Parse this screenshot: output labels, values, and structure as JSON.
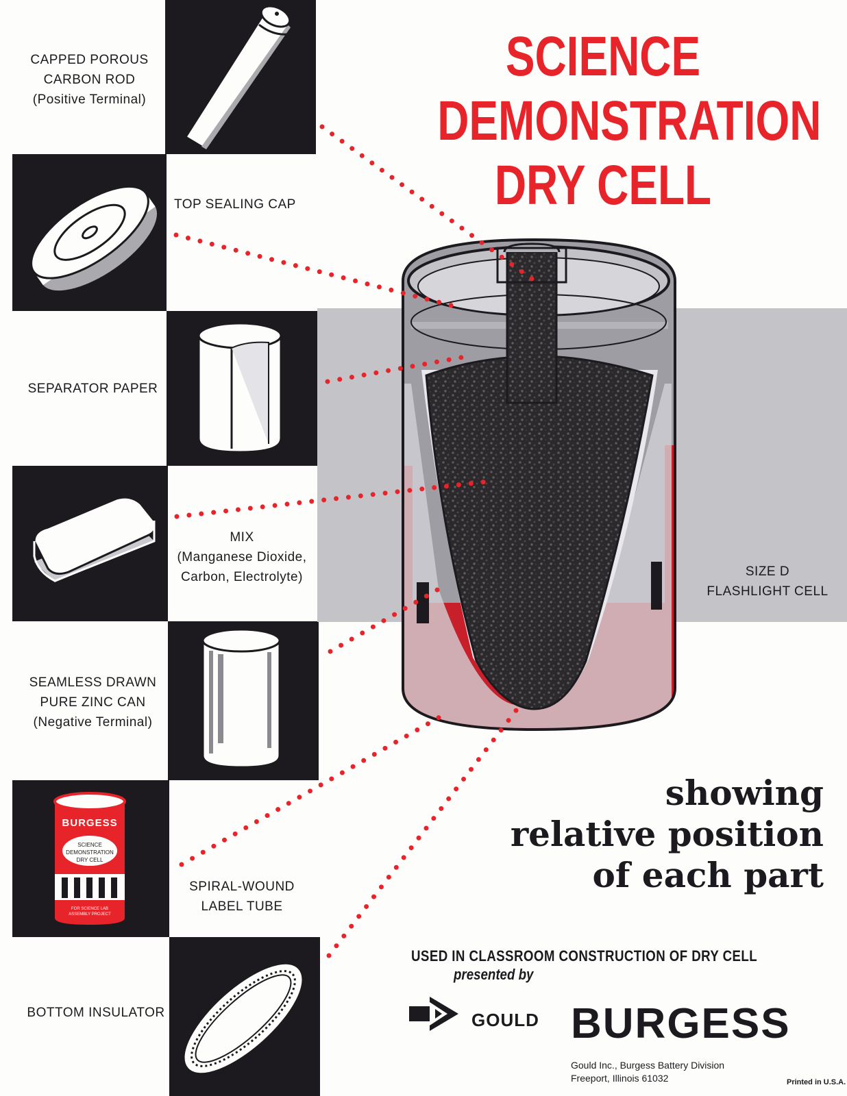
{
  "title": {
    "line1": "SCIENCE",
    "line2": "DEMONSTRATION",
    "line3": "DRY CELL"
  },
  "parts": [
    {
      "lines": [
        "CAPPED POROUS",
        "CARBON ROD",
        "(Positive Terminal)"
      ]
    },
    {
      "lines": [
        "TOP SEALING CAP"
      ]
    },
    {
      "lines": [
        "SEPARATOR PAPER"
      ]
    },
    {
      "lines": [
        "MIX",
        "(Manganese Dioxide,",
        "Carbon, Electrolyte)"
      ]
    },
    {
      "lines": [
        "SEAMLESS DRAWN",
        "PURE ZINC CAN",
        "(Negative Terminal)"
      ]
    },
    {
      "lines": [
        "SPIRAL-WOUND",
        "LABEL TUBE"
      ]
    },
    {
      "lines": [
        "BOTTOM INSULATOR"
      ]
    }
  ],
  "cell_size": {
    "line1": "SIZE D",
    "line2": "FLASHLIGHT CELL"
  },
  "tagline": {
    "line1": "showing",
    "line2": "relative position",
    "line3": "of each part"
  },
  "footer": {
    "used": "USED IN CLASSROOM CONSTRUCTION OF DRY CELL",
    "presented": "presented by",
    "gould": "GOULD",
    "burgess": "BURGESS",
    "company_line1": "Gould Inc., Burgess Battery Division",
    "company_line2": "Freeport, Illinois 61032",
    "printed": "Printed in U.S.A."
  },
  "label_tube": {
    "brand": "BURGESS",
    "line1": "SCIENCE",
    "line2": "DEMONSTRATION",
    "line3": "DRY CELL",
    "bottom1": "FOR SCIENCE LAB",
    "bottom2": "ASSEMBLY PROJECT"
  },
  "colors": {
    "accent": "#e8242b",
    "dark": "#1c1a1e",
    "panel": "#c3c3c8",
    "paper": "#fdfdfb"
  }
}
